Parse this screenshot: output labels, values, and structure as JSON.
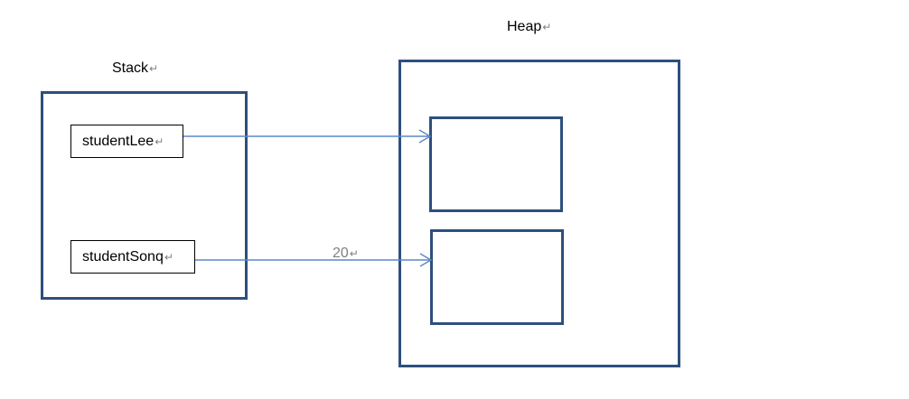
{
  "stack": {
    "title": "Stack",
    "variables": [
      {
        "name": "studentLee"
      },
      {
        "name": "studentSonq"
      }
    ]
  },
  "heap": {
    "title": "Heap",
    "objects": [
      {
        "label": ""
      },
      {
        "label": ""
      }
    ]
  },
  "references": [
    {
      "from": "studentLee",
      "label": ""
    },
    {
      "from": "studentSonq",
      "label": "20"
    }
  ],
  "paragraph_mark": "↵",
  "colors": {
    "box_border": "#2e4f7e",
    "arrow": "#5b87c5",
    "annotation": "#808080"
  }
}
